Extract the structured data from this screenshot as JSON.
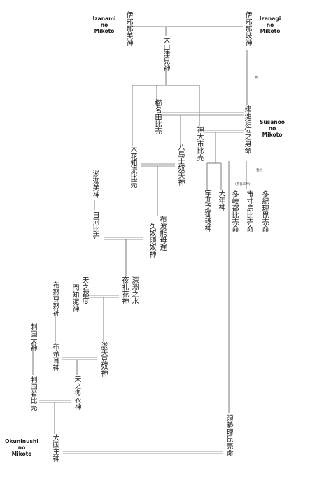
{
  "names": {
    "izanami": "伊邪那美神",
    "izanagi": "伊邪那岐神",
    "ooyamatsumi": "大山津見神",
    "kushinadahime": "櫛名田比売",
    "susanoo": "建速須佐之男命",
    "kamuooichihime": "神大市比売",
    "konohanachiruhime": "木花知流比売",
    "yashimajinumi": "八島士奴美神",
    "ootoshi": "大年神",
    "ukanomitama": "宇迦之御魂神",
    "takiribime": "多紀理毘売命",
    "ichikishimahime": "市寸島比売命",
    "tagitsuhime": "多岐都比売命",
    "hikawahime": "日河比売",
    "okaminokami": "淤迦美神",
    "fuhanomojikunusunu": "布波能母遅久奴須奴神",
    "fukabuchinomizuyarehana": "深淵之水夜礼花神",
    "ametsudoechine": "天之都度閇知泥神",
    "funozunonokami": "布怒豆怒神",
    "omizunu": "淤美豆奴神",
    "fute_mimi": "布帝耳神",
    "sashikunuookami": "刺国大神",
    "sashikuniwakahime": "刺国若比売",
    "amenofuyukinu": "天之冬衣神",
    "ookuninushi": "大国主神",
    "suseribime": "須勢理毘売命"
  },
  "english": {
    "izanami": [
      "Izanami",
      "no",
      "Mikoto"
    ],
    "izanagi": [
      "Izanagi",
      "no",
      "Mikoto"
    ],
    "susanoo": [
      "Susanoo",
      "no",
      "Mikoto"
    ],
    "okuninushi": [
      "Okuninushi",
      "no",
      "Mikoto"
    ]
  },
  "notes": {
    "ukehi": "誓約",
    "birth": "禊",
    "sankishin": "(宗像三神)"
  }
}
